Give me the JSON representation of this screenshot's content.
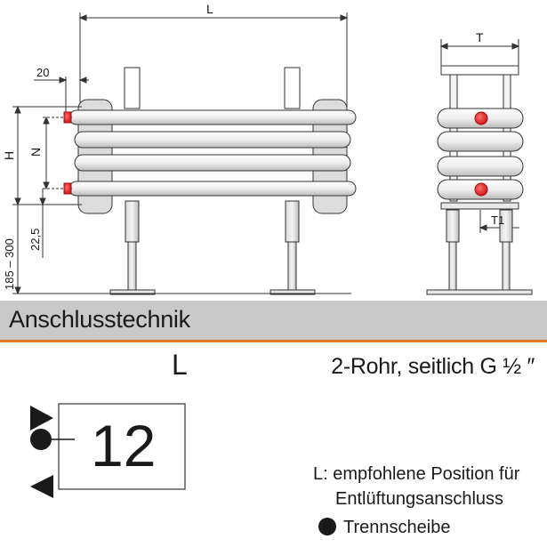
{
  "dimensions": {
    "L": "L",
    "T": "T",
    "T1": "T1",
    "offset_20": "20",
    "H": "H",
    "N": "N",
    "offset_22_5": "22,5",
    "range_185_300": "185 – 300"
  },
  "banner": {
    "title": "Anschlusstechnik",
    "accent_color": "#e07b2a",
    "bg_color": "#c9c9c9"
  },
  "connection": {
    "type": "2-Rohr, seitlich G ½ ″"
  },
  "symbol": {
    "number": "12",
    "L_label": "L"
  },
  "legend": {
    "line1": "L: empfohlene Position für",
    "line2": "Entlüftungsanschluss",
    "line3": "Trennscheibe"
  },
  "colors": {
    "connection_red": "#e3262a",
    "tube_fill": "#ececec",
    "outline": "#333333"
  }
}
